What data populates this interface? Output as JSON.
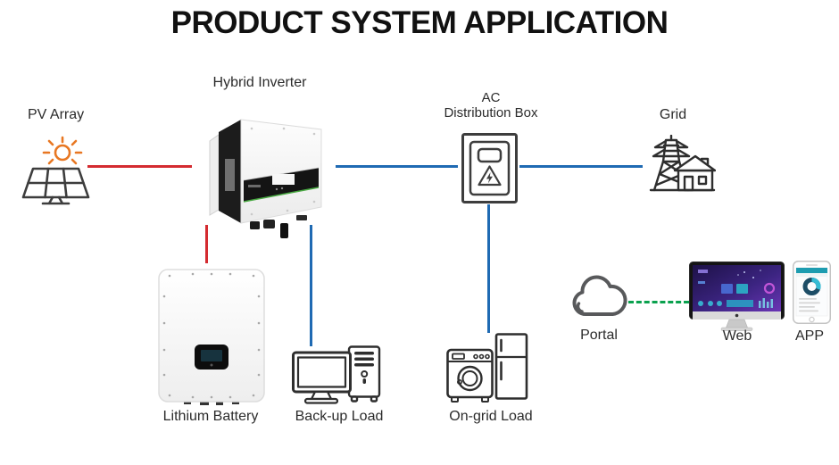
{
  "title": "PRODUCT SYSTEM APPLICATION",
  "colors": {
    "pv_dc_line": "#d42b30",
    "ac_line": "#1f6ab3",
    "comm_line": "#0aa14e",
    "icon_stroke": "#3d3d3d",
    "sun_orange": "#e87722",
    "label_text": "#2b2b2b"
  },
  "nodes": {
    "pv_array": {
      "label": "PV Array",
      "icon": "solar-panel-sun-icon"
    },
    "hybrid_inverter": {
      "label": "Hybrid Inverter",
      "icon": "hybrid-inverter-product"
    },
    "ac_distribution_box": {
      "label_line1": "AC",
      "label_line2": "Distribution Box",
      "icon": "distribution-box-icon"
    },
    "grid": {
      "label": "Grid",
      "icon": "power-tower-house-icon"
    },
    "lithium_battery": {
      "label": "Lithium Battery",
      "icon": "battery-product"
    },
    "backup_load": {
      "label": "Back-up Load",
      "icon": "desktop-computer-icon"
    },
    "ongrid_load": {
      "label": "On-grid Load",
      "icon": "washer-fridge-icon"
    },
    "portal": {
      "label": "Portal",
      "icon": "cloud-icon"
    },
    "web": {
      "label": "Web",
      "icon": "imac-monitor-icon"
    },
    "app": {
      "label": "APP",
      "icon": "smartphone-icon"
    }
  },
  "connections": [
    {
      "from": "PV Array",
      "to": "Hybrid Inverter",
      "line": "solid",
      "color_key": "pv_dc_line"
    },
    {
      "from": "Hybrid Inverter",
      "to": "AC Distribution Box",
      "line": "solid",
      "color_key": "ac_line"
    },
    {
      "from": "AC Distribution Box",
      "to": "Grid",
      "line": "solid",
      "color_key": "ac_line"
    },
    {
      "from": "Hybrid Inverter",
      "to": "Lithium Battery",
      "line": "solid",
      "color_key": "pv_dc_line"
    },
    {
      "from": "Hybrid Inverter",
      "to": "Back-up Load",
      "line": "solid",
      "color_key": "ac_line"
    },
    {
      "from": "AC Distribution Box",
      "to": "On-grid Load",
      "line": "solid",
      "color_key": "ac_line"
    },
    {
      "from": "Portal",
      "to": "Web",
      "line": "dashed",
      "color_key": "comm_line"
    }
  ]
}
